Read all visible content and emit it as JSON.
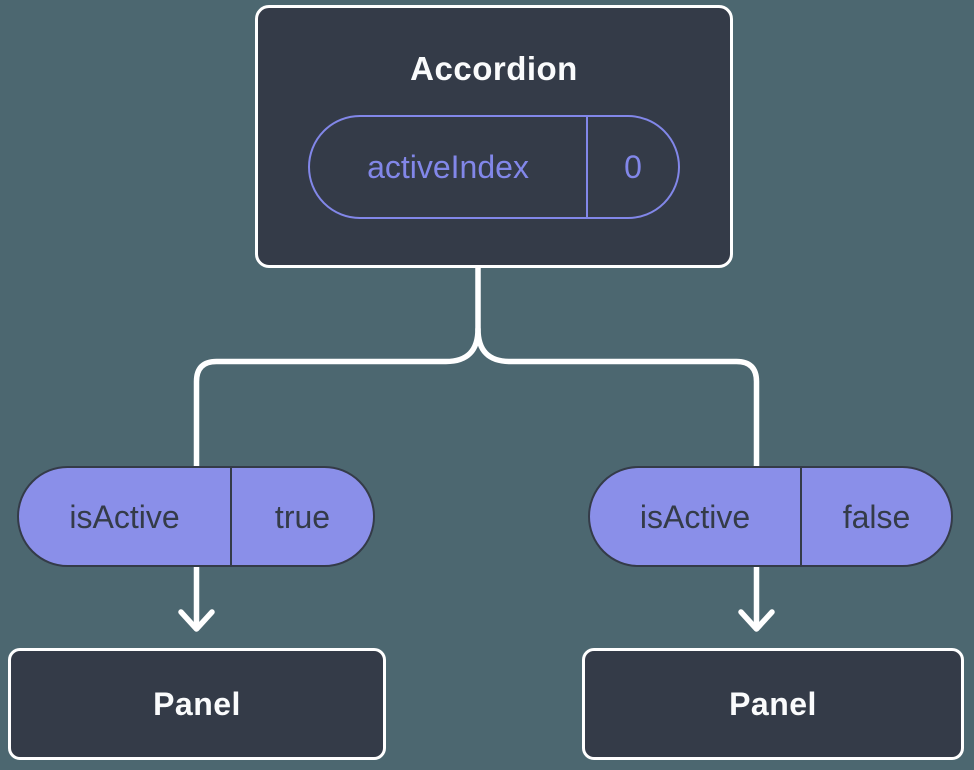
{
  "colors": {
    "background": "#4C6770",
    "node_fill": "#343B48",
    "node_border": "#FFFFFF",
    "pill_fill": "#8A8FE9",
    "pill_border": "#343B48",
    "accent_purple": "#8287E9",
    "connector": "#FFFFFF",
    "text_light": "#FAFBFC",
    "text_dark": "#343B48"
  },
  "diagram": {
    "root": {
      "title": "Accordion",
      "prop_pill": {
        "label": "activeIndex",
        "value": "0"
      }
    },
    "branches": [
      {
        "state_pill": {
          "label": "isActive",
          "value": "true"
        },
        "child": {
          "title": "Panel"
        }
      },
      {
        "state_pill": {
          "label": "isActive",
          "value": "false"
        },
        "child": {
          "title": "Panel"
        }
      }
    ]
  }
}
